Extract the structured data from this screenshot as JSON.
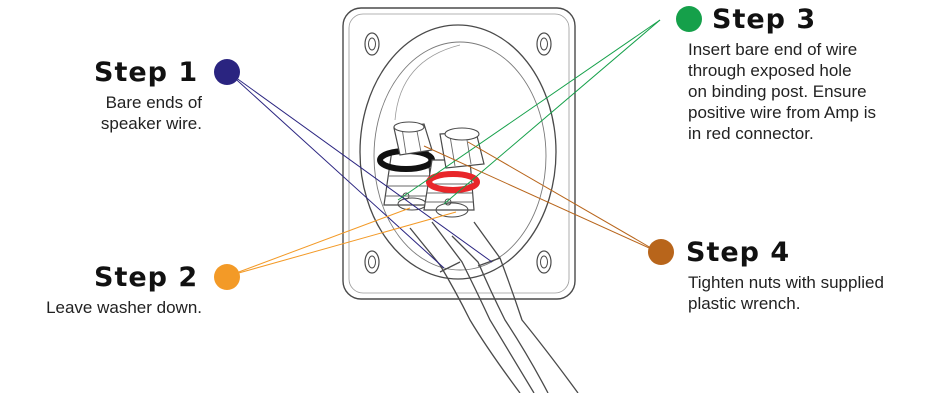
{
  "colors": {
    "step1": "#2a2480",
    "step2": "#f39a27",
    "step3": "#15a04a",
    "step4": "#b8651b",
    "outline": "#4a4a4a",
    "red_ring": "#e8262a",
    "black_ring": "#111111"
  },
  "steps": [
    {
      "title": "Step 1",
      "lines": [
        "Bare ends of",
        "speaker wire."
      ]
    },
    {
      "title": "Step 2",
      "lines": [
        "Leave washer down."
      ]
    },
    {
      "title": "Step 3",
      "lines": [
        "Insert bare end of wire",
        "through exposed hole",
        "on binding post. Ensure",
        "positive wire from Amp is",
        "in red connector."
      ]
    },
    {
      "title": "Step 4",
      "lines": [
        "Tighten nuts with supplied",
        "plastic wrench."
      ]
    }
  ],
  "illustration": {
    "subject": "binding-post-terminal-plate"
  }
}
